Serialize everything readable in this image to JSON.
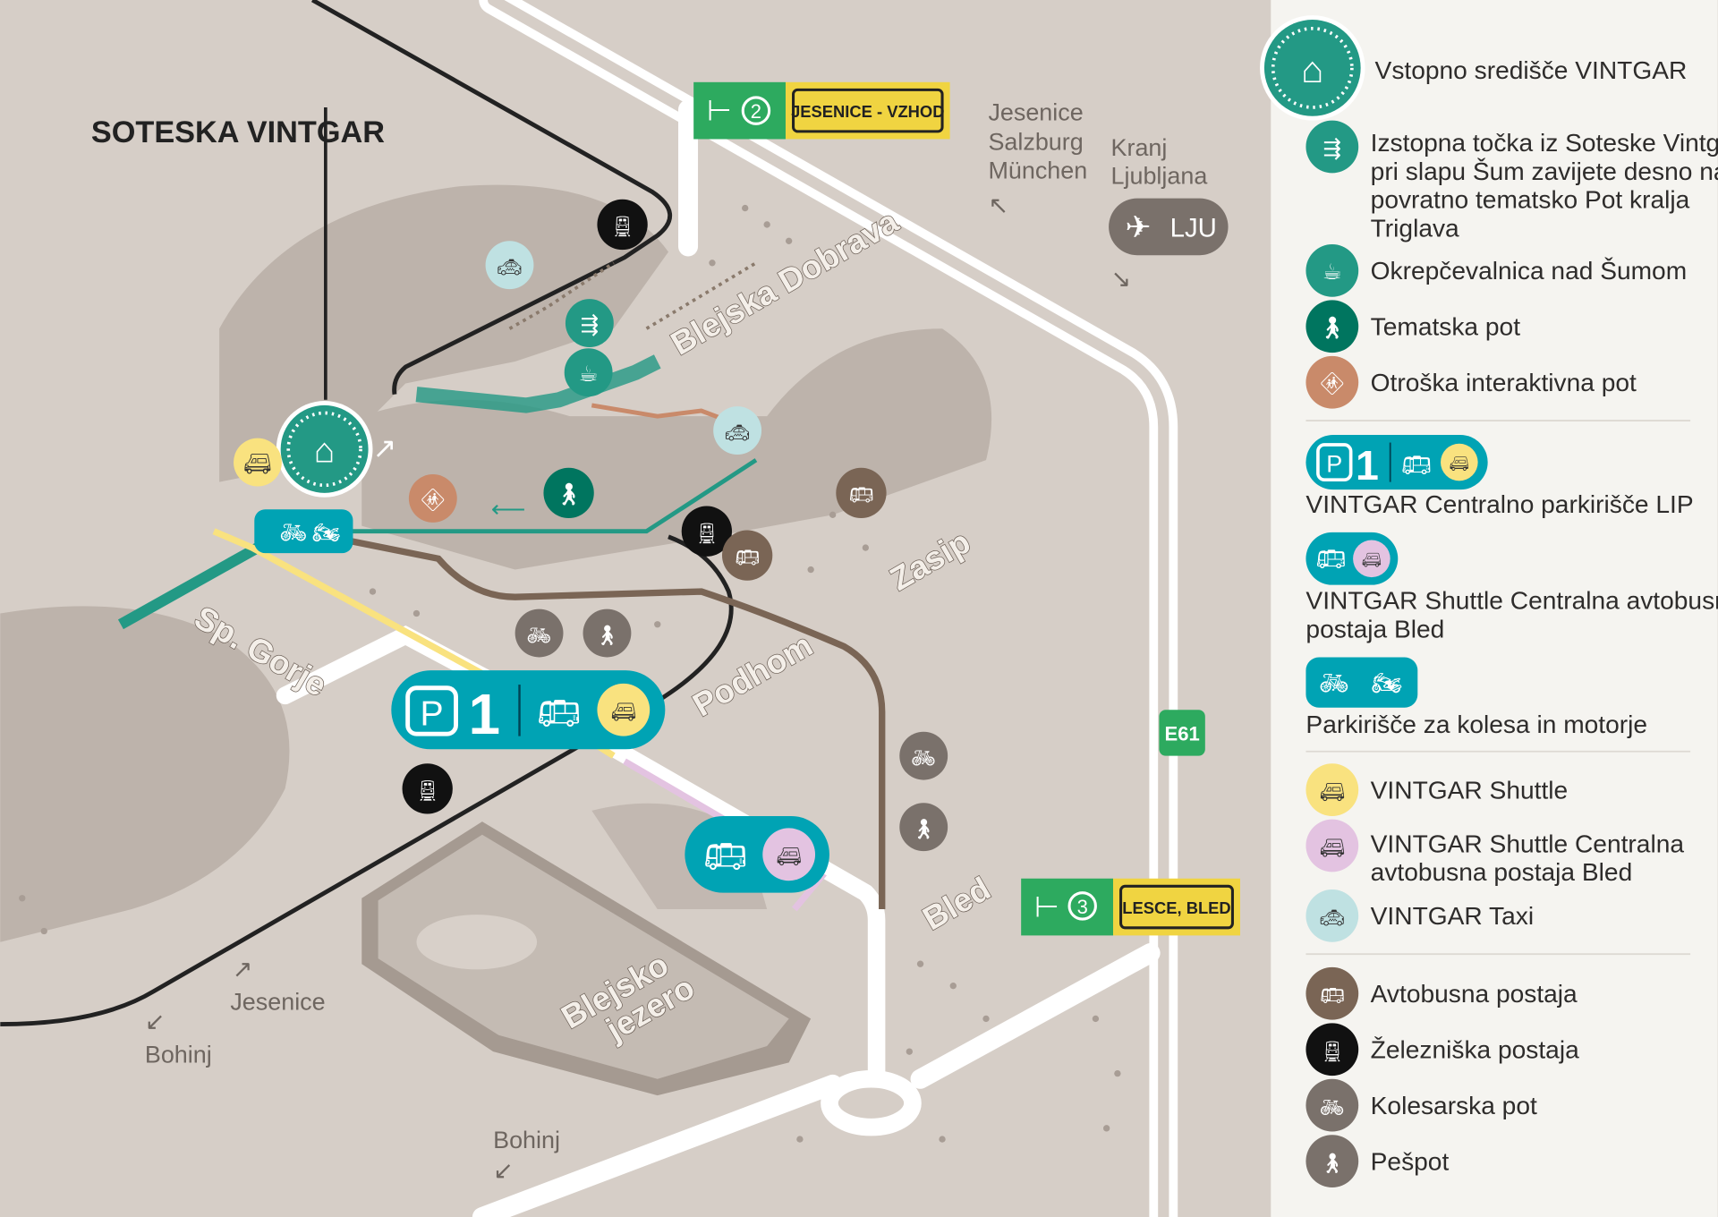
{
  "map": {
    "title": "SOTESKA VINTGAR",
    "places": {
      "blejska_dobrava": "Blejska Dobrava",
      "zasip": "Zasip",
      "podhom": "Podhom",
      "sp_gorje": "Sp. Gorje",
      "bled": "Bled",
      "lake": [
        "Blejsko",
        "jezero"
      ]
    },
    "directions": {
      "north": [
        "Jesenice",
        "Salzburg",
        "München"
      ],
      "kranj": [
        "Kranj",
        "Ljubljana"
      ],
      "jesenice_sw": "Jesenice",
      "bohinj_sw": "Bohinj",
      "bohinj_s": "Bohinj"
    },
    "airport": "LJU",
    "road_badge": "E61",
    "exits": [
      {
        "number": "2",
        "name": "JESENICE - VZHOD"
      },
      {
        "number": "3",
        "name": "LESCE, BLED"
      }
    ],
    "parking_main": "1",
    "colors": {
      "teal": "#00a3b4",
      "green": "#239985",
      "dark_green": "#00755f",
      "orange": "#c98a6a",
      "yellow": "#f9e27f",
      "pink": "#e3c3e1",
      "light_blue": "#bfe1e2",
      "brown": "#7a6555",
      "exit_green": "#2daa5f"
    }
  },
  "legend": {
    "items": [
      {
        "icon": "visitor-center-icon",
        "label": [
          "Vstopno središče VINTGAR"
        ]
      },
      {
        "icon": "signpost-icon",
        "label": [
          "Izstopna točka iz Soteske Vintgar –",
          "pri slapu Šum zavijete desno na",
          "povratno tematsko Pot kralja",
          "Triglava"
        ]
      },
      {
        "icon": "refreshment-icon",
        "label": [
          "Okrepčevalnica nad Šumom"
        ]
      },
      {
        "icon": "hiker-icon",
        "label": [
          "Tematska pot"
        ]
      },
      {
        "icon": "kids-trail-icon",
        "label": [
          "Otroška interaktivna pot"
        ]
      },
      {
        "icon": "parking-bus-icon",
        "badge": "1",
        "label": [
          "VINTGAR Centralno parkirišče LIP"
        ]
      },
      {
        "icon": "bus-shuttle-icon",
        "label": [
          "VINTGAR Shuttle Centralna avtobusna",
          "postaja Bled"
        ]
      },
      {
        "icon": "bike-moto-icon",
        "label": [
          "Parkirišče za kolesa in motorje"
        ]
      },
      {
        "icon": "shuttle-yellow-icon",
        "label": [
          "VINTGAR Shuttle"
        ]
      },
      {
        "icon": "shuttle-pink-icon",
        "label": [
          "VINTGAR Shuttle Centralna",
          "avtobusna postaja Bled"
        ]
      },
      {
        "icon": "taxi-icon",
        "label": [
          "VINTGAR Taxi"
        ]
      },
      {
        "icon": "bus-station-icon",
        "label": [
          "Avtobusna postaja"
        ]
      },
      {
        "icon": "train-station-icon",
        "label": [
          "Železniška postaja"
        ]
      },
      {
        "icon": "bike-path-icon",
        "label": [
          "Kolesarska pot"
        ]
      },
      {
        "icon": "footpath-icon",
        "label": [
          "Pešpot"
        ]
      }
    ]
  }
}
